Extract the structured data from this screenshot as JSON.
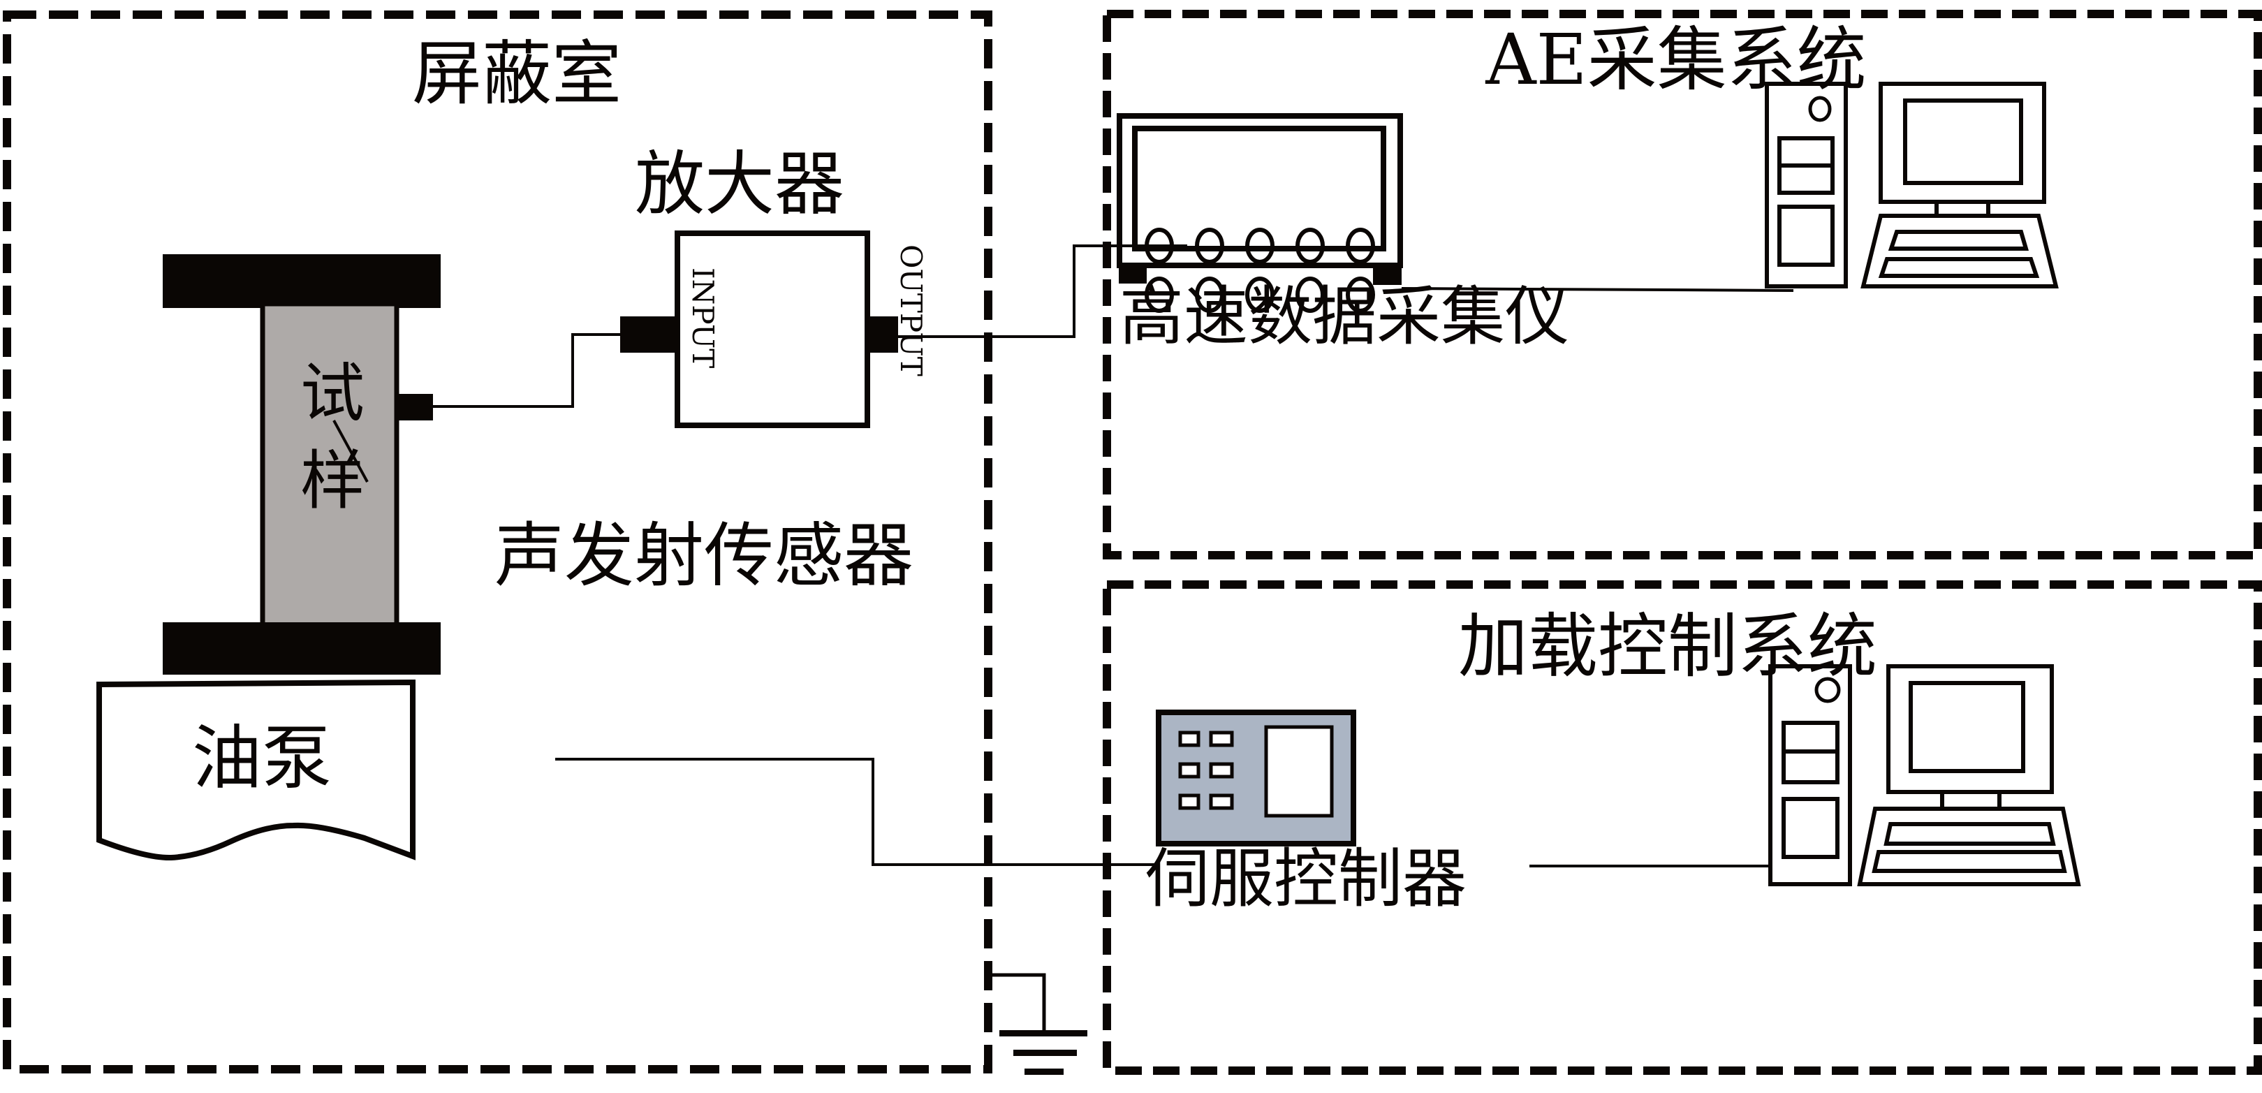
{
  "title": "声发射试验系统示意图",
  "groups": {
    "shielding_room": {
      "label": "屏蔽室"
    },
    "ae_system": {
      "label": "AE采集系统"
    },
    "loading_system": {
      "label": "加载控制系统"
    }
  },
  "components": {
    "specimen": {
      "label_top": "试",
      "label_bottom": "样"
    },
    "ae_sensor": {
      "label": "声发射传感器"
    },
    "amplifier": {
      "label": "放大器",
      "input_port": "INPUT",
      "output_port": "OUTPUT"
    },
    "oil_pump": {
      "label": "油泵"
    },
    "daq": {
      "label": "高速数据采集仪",
      "channel_rows": 2,
      "channel_cols": 5
    },
    "servo_controller": {
      "label": "伺服控制器",
      "button_rows": 3,
      "button_cols": 2
    },
    "computer_ae": {
      "name": "AE computer"
    },
    "computer_loading": {
      "name": "Loading computer"
    },
    "ground": {
      "name": "ground"
    }
  },
  "colors": {
    "line": "#0a0604",
    "specimen_fill": "#aeaaa8",
    "servo_fill": "#abb5c4",
    "background": "#ffffff"
  }
}
